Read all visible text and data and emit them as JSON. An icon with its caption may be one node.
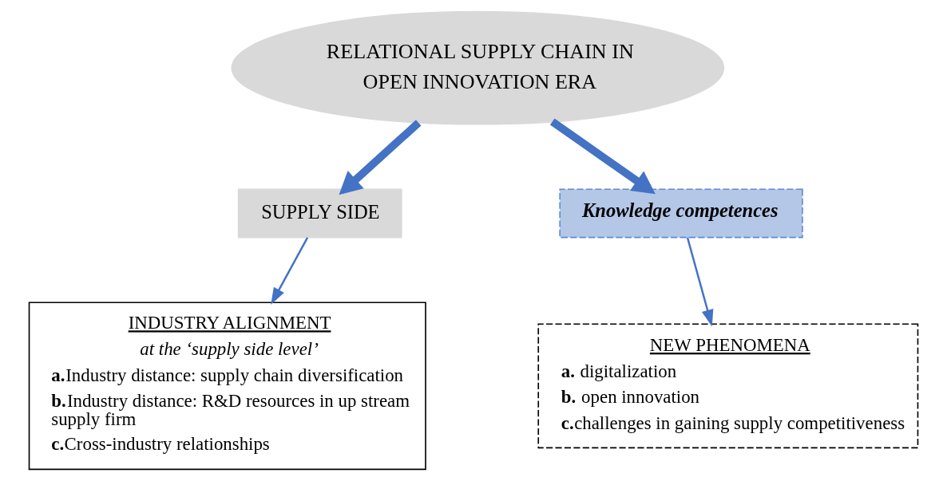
{
  "diagram": {
    "nodes": [
      {
        "text": [
          "RELATIONAL SUPPLY CHAIN IN OPEN INNOVATION ERA"
        ]
      },
      {
        "text": [
          "SUPPLY SIDE"
        ]
      },
      {
        "text": [
          "Knowledge competences"
        ]
      },
      {
        "text": [
          "INDUSTRY ALIGNMENT",
          "at the ‘supply side level’",
          "**a.**Industry distance: supply chain diversification",
          "**b.**Industry distance: R&D resources in up stream supply firm",
          "**c.**Cross-industry relationships"
        ]
      },
      {
        "text": [
          "NEW PHENOMENA",
          "**a.** digitalization",
          "**b.** open innovation",
          "**c.**challenges in gaining supply competitiveness"
        ]
      }
    ],
    "edges": [
      {
        "from": 0,
        "to": 1,
        "arrow": "to",
        "style": "thick"
      },
      {
        "from": 0,
        "to": 2,
        "arrow": "to",
        "style": "thick"
      },
      {
        "from": 1,
        "to": 3,
        "arrow": "to"
      },
      {
        "from": 2,
        "to": 4,
        "arrow": "to"
      }
    ]
  }
}
